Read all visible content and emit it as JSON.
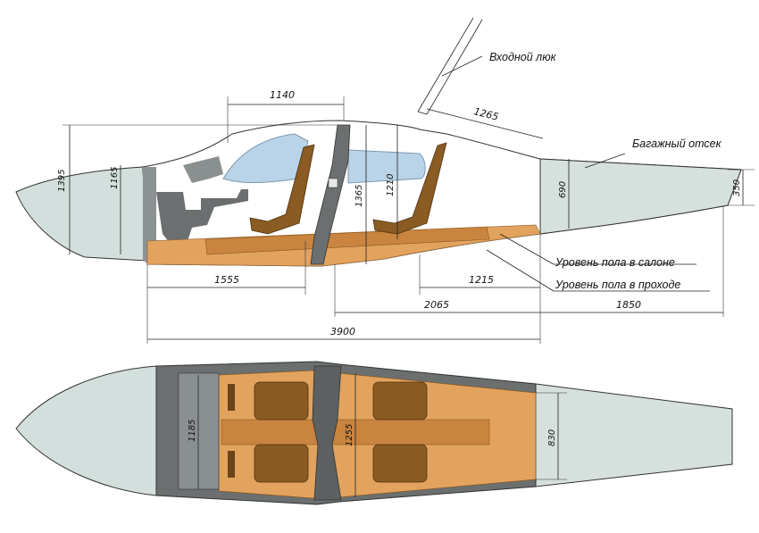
{
  "labels": {
    "hatch": "Входной люк",
    "baggage": "Багажный отсек",
    "cabin_floor": "Уровень пола в салоне",
    "aisle_floor": "Уровень пола в проходе"
  },
  "dimensions": {
    "d1140": "1140",
    "d1265": "1265",
    "d1395": "1395",
    "d1165": "1165",
    "d1365": "1365",
    "d1210": "1210",
    "d690": "690",
    "d350": "350",
    "d1555": "1555",
    "d1215": "1215",
    "d2065": "2065",
    "d1850": "1850",
    "d3900": "3900",
    "d1185": "1185",
    "d1255": "1255",
    "d830": "830"
  },
  "colors": {
    "nose": "#d3dfdc",
    "fuselage_outline": "#333333",
    "interior_grey": "#6b6f70",
    "floor": "#e2a35f",
    "seat": "#8a5b22",
    "seat_dark": "#6b4317",
    "glass": "#b9d3e8",
    "baggage": "#d6e0dd"
  }
}
